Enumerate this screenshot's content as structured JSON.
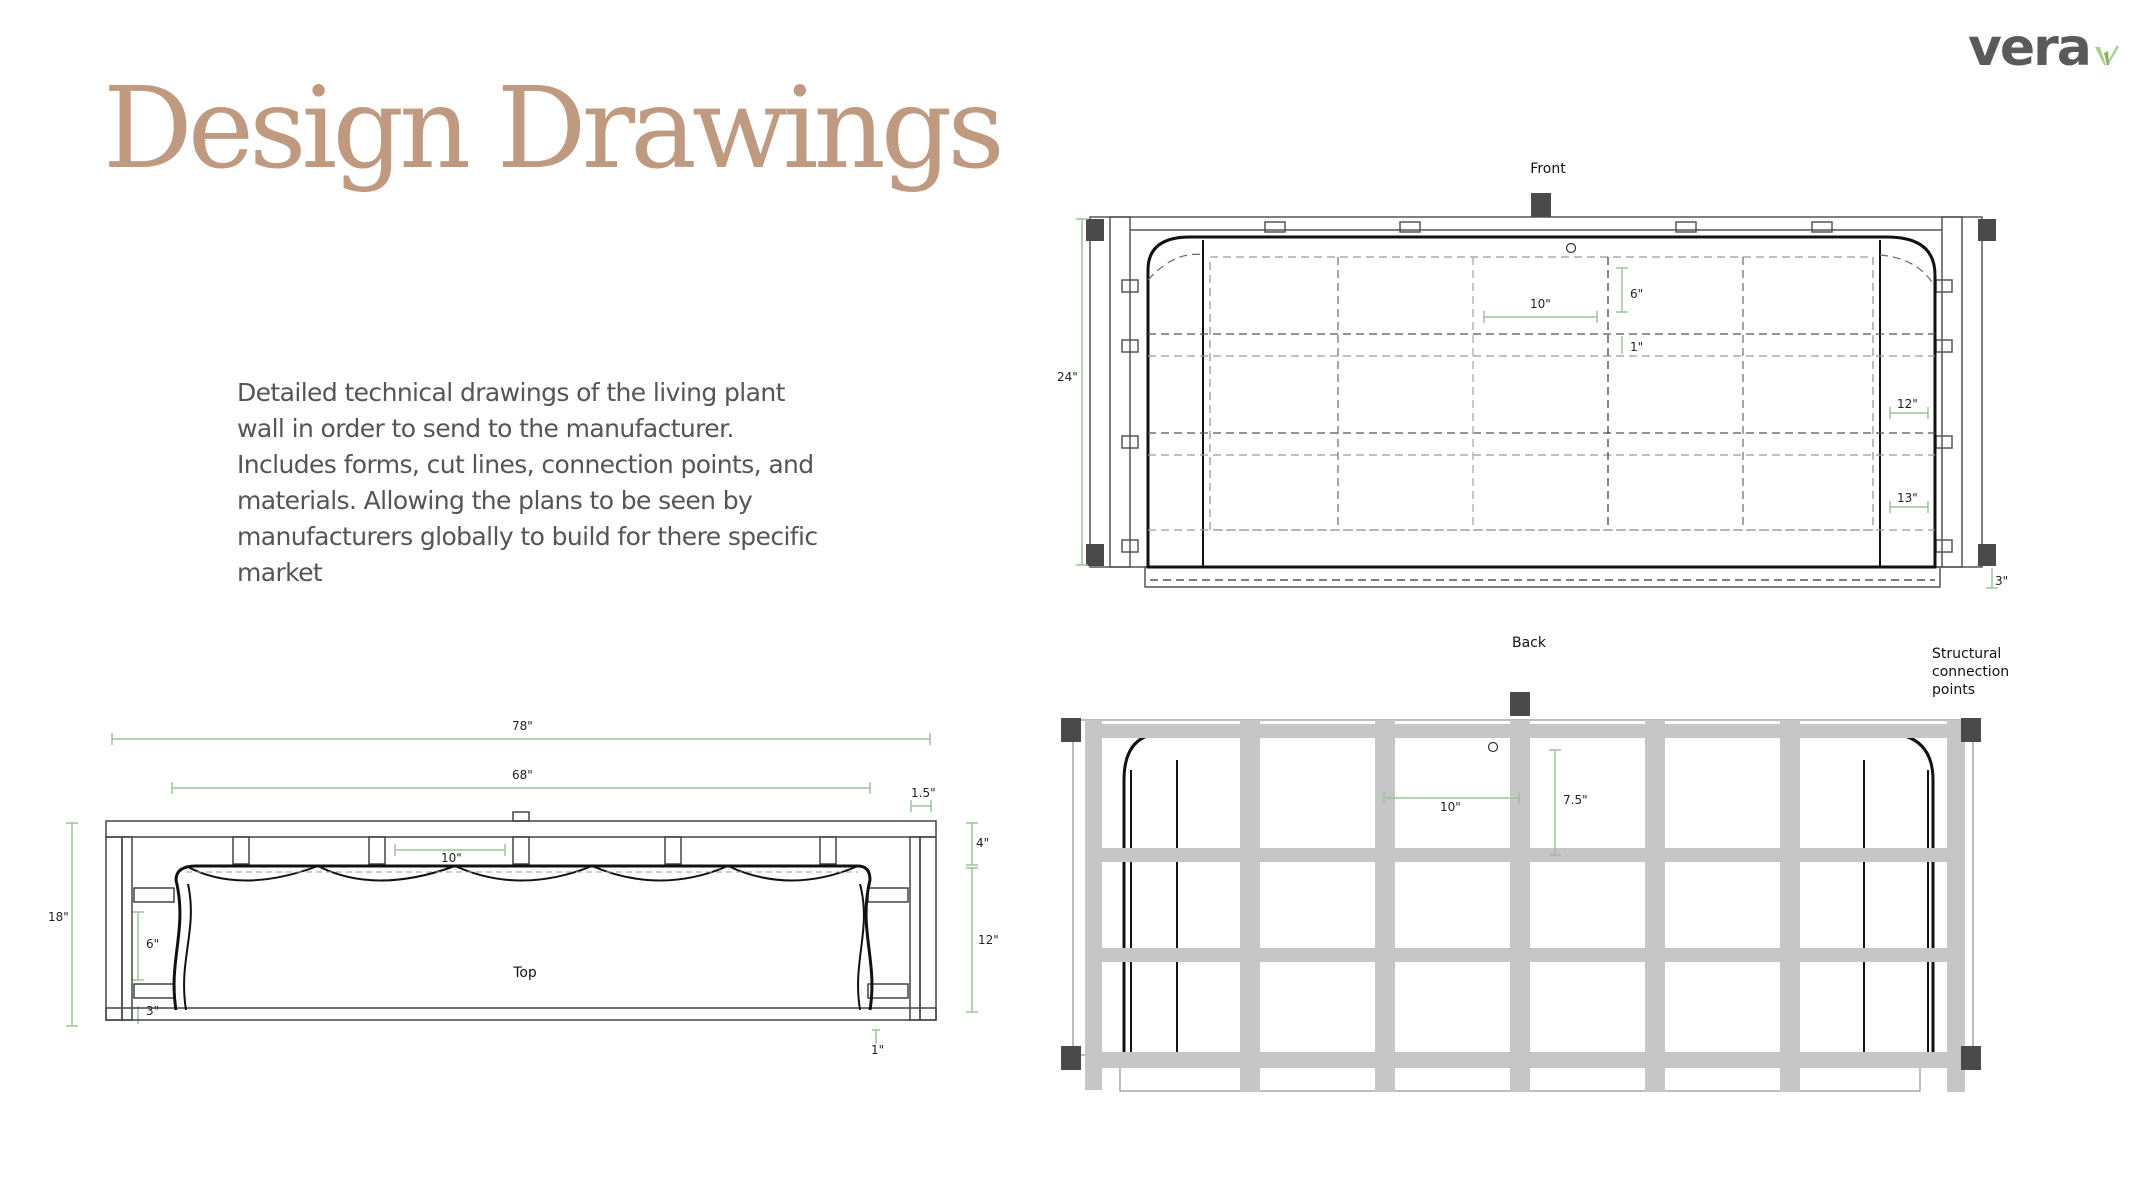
{
  "header": {
    "title": "Design Drawings",
    "logo_text": "vera"
  },
  "description": "Detailed technical drawings of the living plant wall in order to send to the manufacturer. Includes forms, cut lines, connection points, and materials. Allowing the plans to be seen by manufacturers globally to build for there specific market",
  "views": {
    "front": {
      "label": "Front",
      "dims": {
        "height": "24\"",
        "width_cell": "10\"",
        "cell_h": "6\"",
        "gap": "1\"",
        "side_a": "12\"",
        "side_b": "13\"",
        "base": "3\""
      }
    },
    "back": {
      "label": "Back",
      "dims": {
        "width_cell": "10\"",
        "cell_h": "7.5\""
      },
      "callout": [
        "Structural",
        "connection",
        "points"
      ]
    },
    "top": {
      "label": "Top",
      "dims": {
        "overall": "78\"",
        "inner": "68\"",
        "lip": "1.5\"",
        "cell": "10\"",
        "depth": "4\"",
        "height_inner": "12\"",
        "height": "18\"",
        "side": "6\"",
        "foot": "3\"",
        "edge": "1\""
      }
    }
  },
  "colors": {
    "title": "#bf9a80",
    "dimension_line": "#9cc29c",
    "frame_gray": "#c6c6c6",
    "connector": "#4a4a4a",
    "text": "#555555"
  }
}
